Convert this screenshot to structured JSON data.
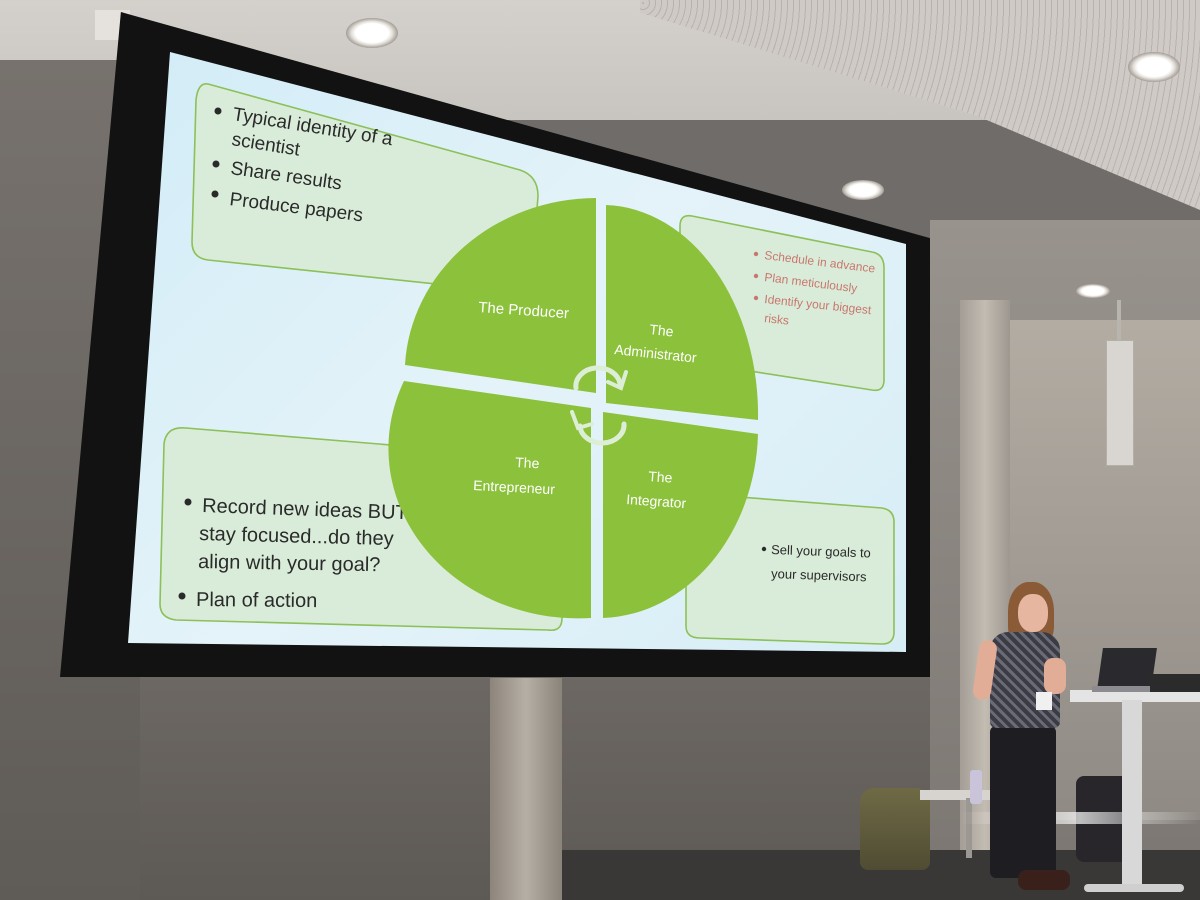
{
  "slide": {
    "top_left_box": {
      "bullets": [
        "Typical identity of a",
        "scientist",
        "Share results",
        "Produce papers"
      ]
    },
    "top_right_box": {
      "bullets": [
        "Schedule in advance",
        "Plan meticulously",
        "Identify your biggest",
        "risks"
      ]
    },
    "bottom_left_box": {
      "bullets": [
        "Record new ideas BUT",
        "stay focused...do they",
        "align with your goal?",
        "Plan of action"
      ]
    },
    "bottom_right_box": {
      "bullets": [
        "Sell your goals to",
        "your supervisors"
      ]
    },
    "quadrants": {
      "producer": "The Producer",
      "administrator_1": "The",
      "administrator_2": "Administrator",
      "entrepreneur_1": "The",
      "entrepreneur_2": "Entrepreneur",
      "integrator_1": "The",
      "integrator_2": "Integrator"
    }
  },
  "colors": {
    "slide_background": "#dbeff8",
    "circle_green": "#8cc13c",
    "box_fill": "#d9ecd9",
    "box_border": "#8cc058",
    "rose_text": "#c9776e",
    "screen_frame": "#121212"
  },
  "icons": {
    "cycle_arrows": "cycle-arrows-icon"
  }
}
